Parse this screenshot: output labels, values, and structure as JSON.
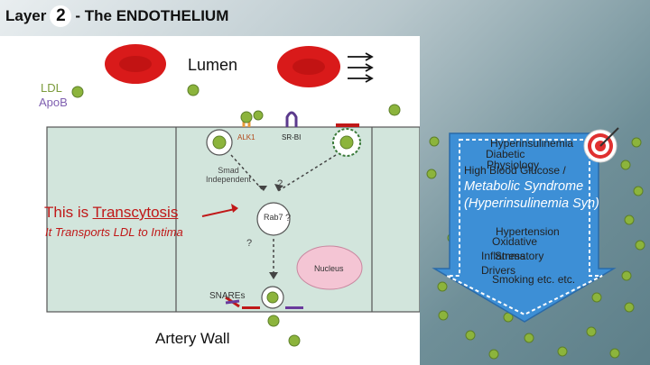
{
  "header": {
    "prefix": "Layer",
    "layer_number": "2",
    "suffix": "- The ENDOTHELIUM"
  },
  "figure": {
    "lumen_label": "Lumen",
    "ldl_label": "LDL",
    "apob_label": "ApoB",
    "alk1_label": "ALK1",
    "srbi_label": "SR-BI",
    "smad_label": "Smad Independent",
    "transcytosis_prefix": "This is ",
    "transcytosis_word": "Transcytosis",
    "transport_text": "It Transports LDL to Intima",
    "rab7_label": "Rab7",
    "question_mark": "?",
    "nucleus_label": "Nucleus",
    "snares_label": "SNAREs",
    "artery_wall_label": "Artery Wall"
  },
  "panel": {
    "hyperinsulinemia": "Hyperinsulinemia",
    "diabetic": "Diabetic",
    "physiology": "Physiology",
    "high_blood_glucose": "High Blood Glucose /",
    "metabolic": "Metabolic Syndrome (Hyperinsulinemia Syn)",
    "hypertension": "Hypertension",
    "oxidative": "Oxidative",
    "stress": "Stress",
    "inflammatory": "Inflammatory",
    "drivers": "Drivers",
    "smoking": "Smoking etc. etc.",
    "arrow_color": "#3d8fd6",
    "target_icon": "bullseye-target-icon"
  },
  "colors": {
    "rbc": "#d91a1a",
    "ldl_particle": "#8cb43c",
    "cell_fill": "#d2e5dc",
    "cell_border": "#555555",
    "highlight_red": "#c01818"
  }
}
